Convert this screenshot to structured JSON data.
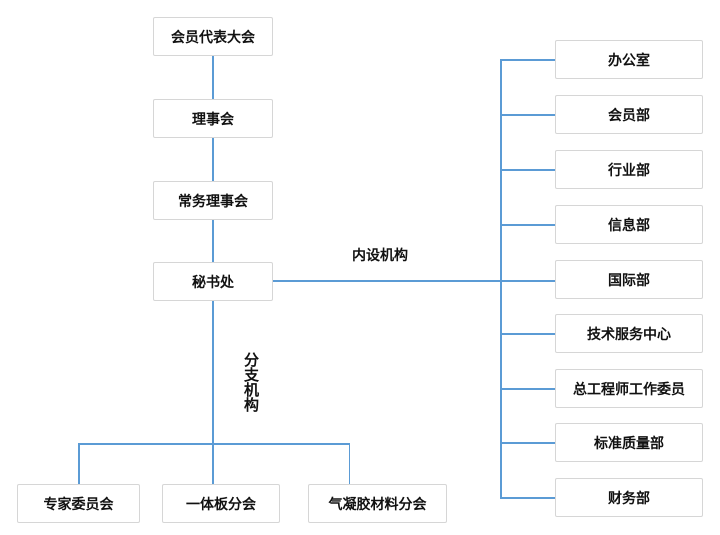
{
  "colors": {
    "connector_line": "#5b9bd5",
    "box_border": "#d6d6d6",
    "text": "#111111",
    "background": "#ffffff"
  },
  "org": {
    "hierarchy": [
      "会员代表大会",
      "理事会",
      "常务理事会",
      "秘书处"
    ],
    "internal_label": "内设机构",
    "internal": [
      "办公室",
      "会员部",
      "行业部",
      "信息部",
      "国际部",
      "技术服务中心",
      "总工程师工作委员",
      "标准质量部",
      "财务部"
    ],
    "branch_label": "分支机构",
    "branches": [
      "专家委员会",
      "一体板分会",
      "气凝胶材料分会"
    ]
  }
}
